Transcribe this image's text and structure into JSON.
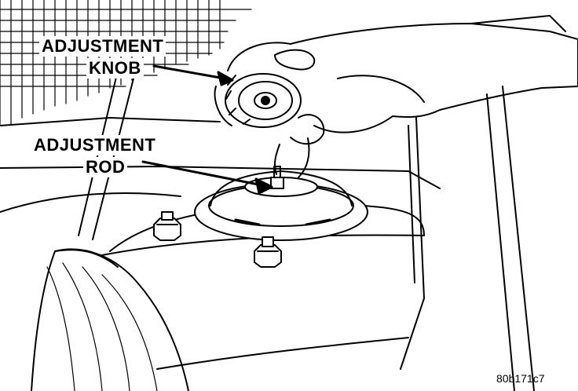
{
  "callouts": {
    "adjustment_knob": {
      "line1": "ADJUSTMENT",
      "line2": "KNOB"
    },
    "adjustment_rod": {
      "line1": "ADJUSTMENT",
      "line2": "ROD"
    }
  },
  "figure_ref": "80b171c7",
  "colors": {
    "ink": "#000000",
    "paper": "#ffffff"
  }
}
